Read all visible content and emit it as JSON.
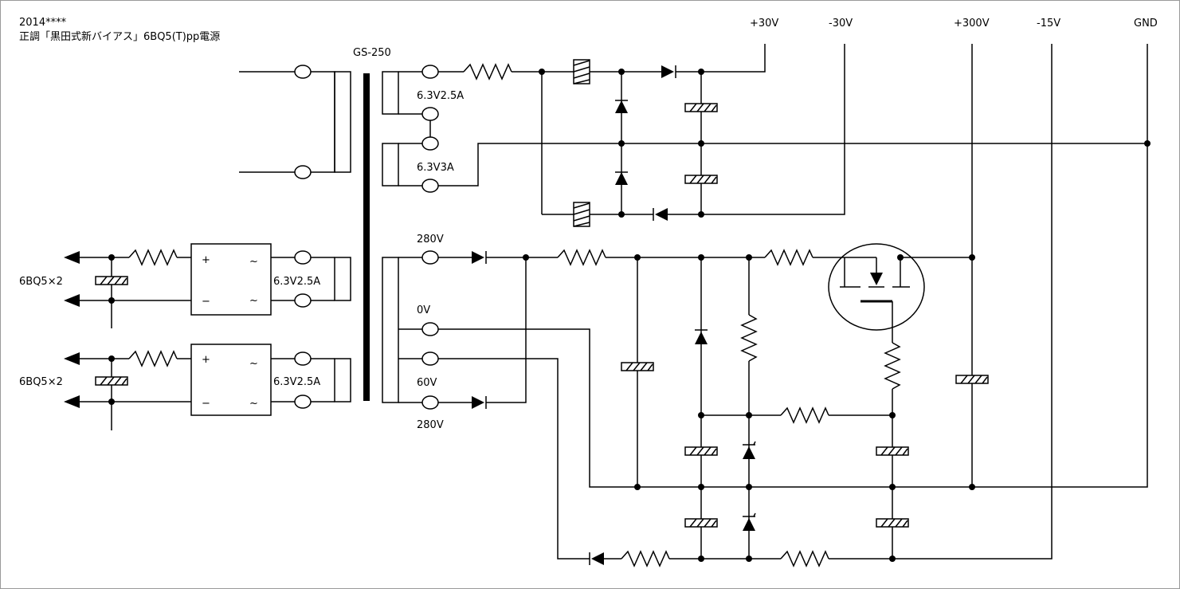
{
  "header": {
    "date": "2014****",
    "title": "正調「黒田式新バイアス」6BQ5(T)pp電源"
  },
  "transformer": {
    "label": "GS-250"
  },
  "rails": {
    "plus30": "+30V",
    "minus30": "-30V",
    "plus300": "+300V",
    "minus15": "-15V",
    "gnd": "GND"
  },
  "windings": {
    "heater_a": "6.3V2.5A",
    "heater_b": "6.3V3A",
    "hv_top": "280V",
    "ct": "0V",
    "bias": "60V",
    "hv_bottom": "280V",
    "heater_c": "6.3V2.5A",
    "heater_d": "6.3V2.5A"
  },
  "bridges": {
    "plus": "+",
    "minus": "−",
    "ac": "~"
  },
  "loads": {
    "upper": "6BQ5×2",
    "lower": "6BQ5×2"
  }
}
